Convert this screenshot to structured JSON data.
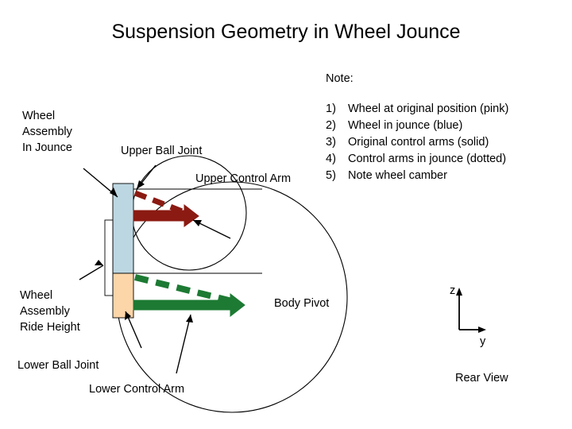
{
  "title": "Suspension Geometry in Wheel Jounce",
  "note": {
    "heading": "Note:",
    "items": [
      {
        "num": "1)",
        "text": "Wheel at original position (pink)"
      },
      {
        "num": "2)",
        "text": "Wheel in jounce (blue)"
      },
      {
        "num": "3)",
        "text": "Original control arms (solid)"
      },
      {
        "num": "4)",
        "text": "Control arms in jounce (dotted)"
      },
      {
        "num": "5)",
        "text": "Note wheel camber"
      }
    ]
  },
  "labels": {
    "wheel_assembly_jounce": "Wheel\nAssembly\nIn Jounce",
    "wheel_assembly_jounce_lines": [
      "Wheel",
      "Assembly",
      "In Jounce"
    ],
    "wheel_assembly_ride_lines": [
      "Wheel",
      "Assembly",
      "Ride Height"
    ],
    "upper_ball_joint": "Upper Ball Joint",
    "upper_control_arm": "Upper  Control Arm",
    "lower_ball_joint": "Lower Ball Joint",
    "lower_control_arm": "Lower Control Arm",
    "body_pivot": "Body Pivot",
    "rear_view": "Rear View",
    "axis_z": "z",
    "axis_y": "y"
  },
  "colors": {
    "wheel_jounce_blue": "#bcd7e2",
    "wheel_ride_pink": "#fcd5a8",
    "upper_arm_jounce": "#8b1a12",
    "lower_arm_jounce": "#1d7a33",
    "outline": "#000000",
    "background": "#ffffff"
  }
}
